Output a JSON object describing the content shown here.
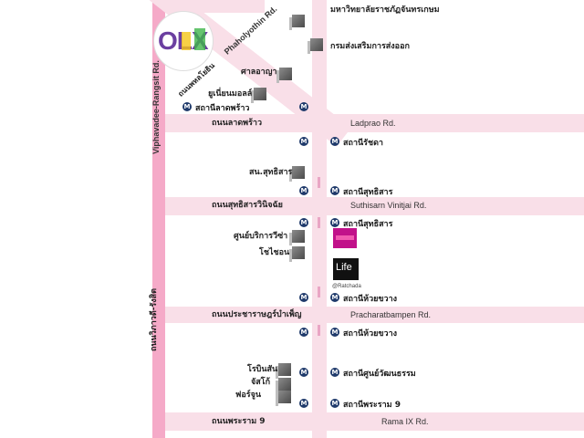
{
  "logo": {
    "text": "OLX"
  },
  "roads": {
    "vertical": "ถนนวิภาวดี-รังสิต",
    "vertical_en": "Viphavadee-Rangsit Rd.",
    "phaholyothin": "Phaholyothin Rd.",
    "phaholyothin_th": "ถนนพหลโยธิน",
    "ladprao_th": "ถนนลาดพร้าว",
    "ladprao_en": "Ladprao Rd.",
    "suthisarn_th": "ถนนสุทธิสารวินิจฉัย",
    "suthisarn_en": "Suthisarn Vinitjai Rd.",
    "pracharat_th": "ถนนประชาราษฎร์บำเพ็ญ",
    "pracharat_en": "Pracharatbampen Rd.",
    "rama9_th": "ถนนพระราม 9",
    "rama9_en": "Rama IX Rd."
  },
  "landmarks": {
    "university": "มหาวิทยาลัยราชภัฏจันทรเกษม",
    "export_dept": "กรมส่งเสริมการส่งออก",
    "court": "ศาลอาญา",
    "union_mall": "ยูเนี่ยนมอลล์",
    "suthisarn_police": "สน.สุทธิสาร",
    "vitha_center": "ศูนย์บริการวีซ่า",
    "jobdb": "โชไชอน",
    "robinson": "โรบินสัน",
    "jusco": "จัสโก้",
    "fortune": "ฟอร์จูน"
  },
  "stations": {
    "ladprao": "สถานีลาดพร้าว",
    "ratchada": "สถานีรัชดา",
    "suthisarn_1": "สถานีสุทธิสาร",
    "suthisarn_2": "สถานีสุทธิสาร",
    "huaikhwang_1": "สถานีห้วยขวาง",
    "huaikhwang_2": "สถานีห้วยขวาง",
    "cultural": "สถานีศูนย์วัฒนธรรม",
    "rama9": "สถานีพระราม 9"
  },
  "brand": {
    "life": "Life",
    "life_sub": "@Ratchada"
  },
  "metro_symbol": "M",
  "colors": {
    "main_road": "#f5aac8",
    "road": "#f9dfe8",
    "metro": "#1f3a6b"
  }
}
